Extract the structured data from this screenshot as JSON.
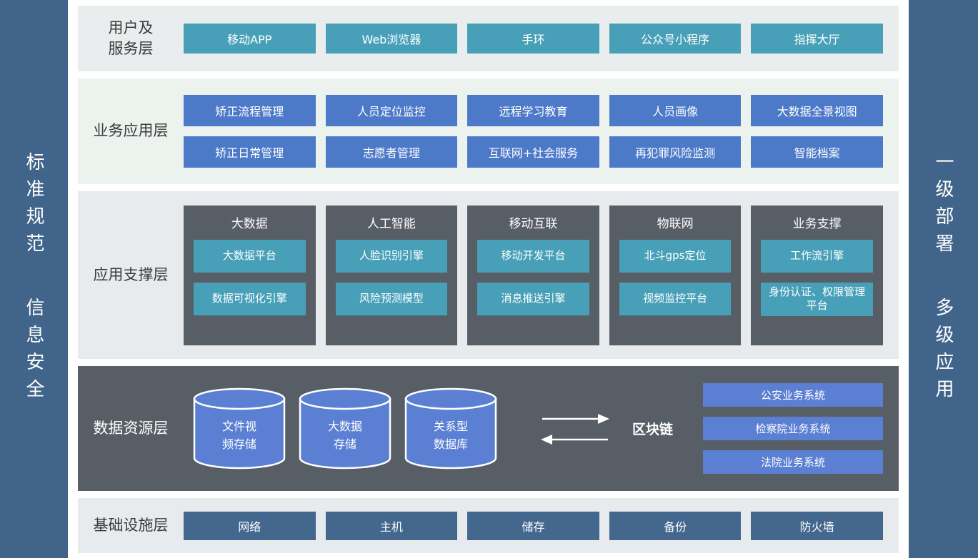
{
  "sidebars": {
    "left": [
      "标准规范",
      "信息安全"
    ],
    "right": [
      "一级部署",
      "多级应用"
    ]
  },
  "layers": {
    "user_service": {
      "label": "用户及\n服务层",
      "items": [
        "移动APP",
        "Web浏览器",
        "手环",
        "公众号小程序",
        "指挥大厅"
      ]
    },
    "business_app": {
      "label": "业务应用层",
      "rows": [
        [
          "矫正流程管理",
          "人员定位监控",
          "远程学习教育",
          "人员画像",
          "大数据全景视图"
        ],
        [
          "矫正日常管理",
          "志愿者管理",
          "互联网+社会服务",
          "再犯罪风险监测",
          "智能档案"
        ]
      ]
    },
    "app_support": {
      "label": "应用支撑层",
      "groups": [
        {
          "title": "大数据",
          "items": [
            "大数据平台",
            "数据可视化引擎"
          ]
        },
        {
          "title": "人工智能",
          "items": [
            "人脸识别引擎",
            "风险预测模型"
          ]
        },
        {
          "title": "移动互联",
          "items": [
            "移动开发平台",
            "消息推送引擎"
          ]
        },
        {
          "title": "物联网",
          "items": [
            "北斗gps定位",
            "视频监控平台"
          ]
        },
        {
          "title": "业务支撑",
          "items": [
            "工作流引擎",
            "身份认证、权限管理平台"
          ]
        }
      ]
    },
    "data_resource": {
      "label": "数据资源层",
      "databases": [
        "文件视\n频存储",
        "大数据\n存储",
        "关系型\n数据库"
      ],
      "blockchain_label": "区块链",
      "external_systems": [
        "公安业务系统",
        "检察院业务系统",
        "法院业务系统"
      ]
    },
    "infrastructure": {
      "label": "基础设施层",
      "items": [
        "网络",
        "主机",
        "储存",
        "备份",
        "防火墙"
      ]
    }
  },
  "colors": {
    "sidebar_blue": "#41658a",
    "teal_button": "#48a0b8",
    "blue_button": "#4c7ac8",
    "dark_panel": "#575e66",
    "cylinder_blue": "#5b7fd2",
    "infra_button": "#43678d"
  }
}
